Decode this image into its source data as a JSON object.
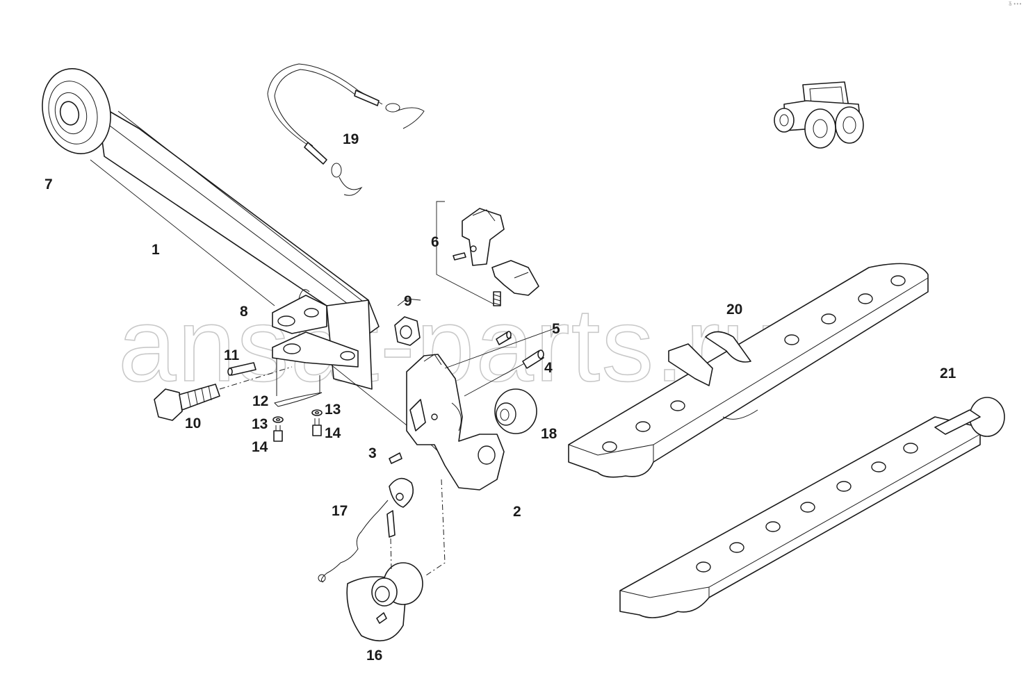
{
  "watermark": "ansat-parts.ru",
  "corner_mark": "a̅̆ •••",
  "part_labels": [
    {
      "id": "p1",
      "text": "1"
    },
    {
      "id": "p2",
      "text": "2"
    },
    {
      "id": "p3",
      "text": "3"
    },
    {
      "id": "p4",
      "text": "4"
    },
    {
      "id": "p5",
      "text": "5"
    },
    {
      "id": "p6",
      "text": "6"
    },
    {
      "id": "p7",
      "text": "7"
    },
    {
      "id": "p8",
      "text": "8"
    },
    {
      "id": "p9",
      "text": "9"
    },
    {
      "id": "p10",
      "text": "10"
    },
    {
      "id": "p11",
      "text": "11"
    },
    {
      "id": "p12",
      "text": "12"
    },
    {
      "id": "p13a",
      "text": "13"
    },
    {
      "id": "p13b",
      "text": "13"
    },
    {
      "id": "p14a",
      "text": "14"
    },
    {
      "id": "p14b",
      "text": "14"
    },
    {
      "id": "p16",
      "text": "16"
    },
    {
      "id": "p17",
      "text": "17"
    },
    {
      "id": "p18",
      "text": "18"
    },
    {
      "id": "p19",
      "text": "19"
    },
    {
      "id": "p20",
      "text": "20"
    },
    {
      "id": "p21",
      "text": "21"
    }
  ]
}
